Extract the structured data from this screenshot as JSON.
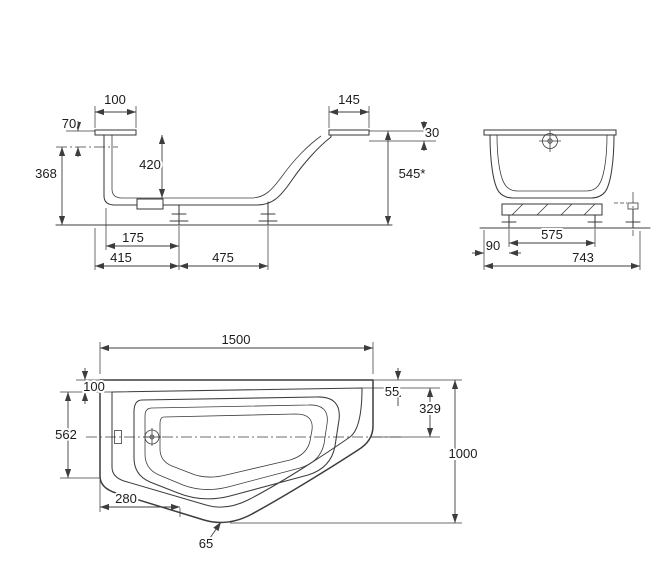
{
  "drawing": {
    "background": "#ffffff",
    "stroke_color": "#3d3d3d",
    "views": {
      "side": {
        "label": "side-elevation",
        "dims": {
          "rim_left": "100",
          "rim_right": "145",
          "lip_height": "70",
          "edge_height": "30",
          "shell_height": "368",
          "inner_depth": "420",
          "overall_height": "545*",
          "foot_offset": "175",
          "foot_left": "415",
          "foot_span": "475"
        }
      },
      "end": {
        "label": "end-elevation",
        "dims": {
          "foot_span": "575",
          "foot_inset": "90",
          "overall_width": "743"
        }
      },
      "plan": {
        "label": "plan-view",
        "dims": {
          "length": "1500",
          "rim_left_width": "100",
          "rim_right_width": "55",
          "right_depth": "329",
          "left_depth": "562",
          "overall_depth": "1000",
          "drain_offset": "280",
          "edge_radius": "65"
        }
      }
    }
  }
}
